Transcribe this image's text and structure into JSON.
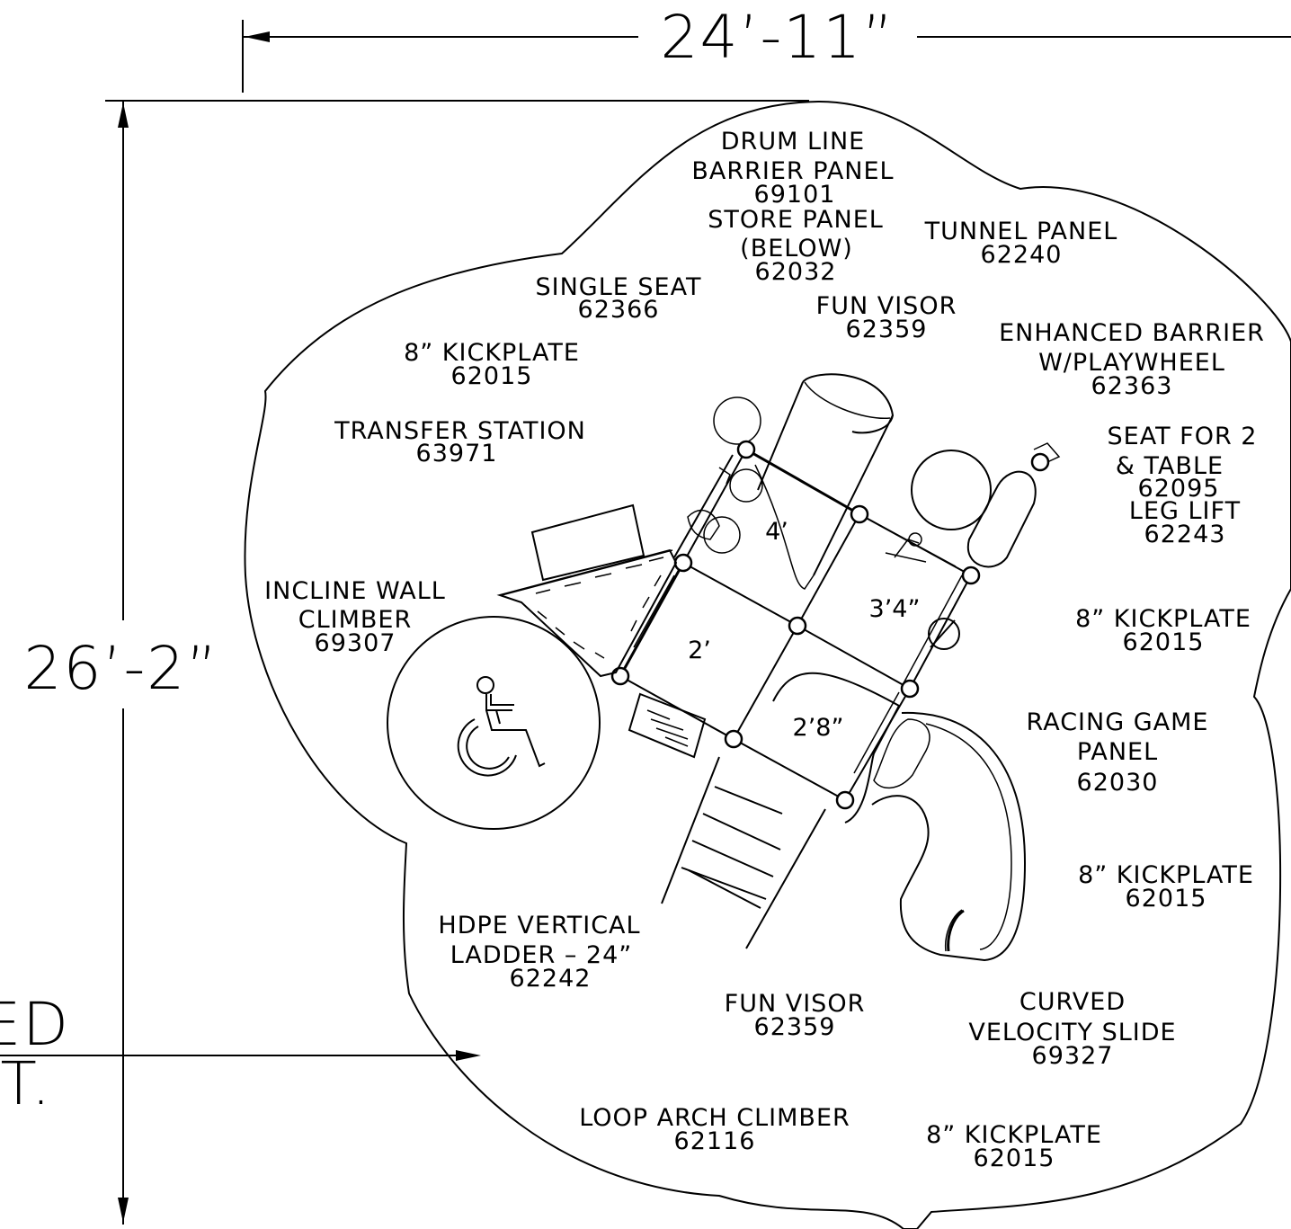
{
  "dimensions": {
    "width": "24’-11”",
    "height": "26’-2”",
    "side_note_line1": "ED",
    "side_note_line2": "FT."
  },
  "components": {
    "drum_line": {
      "l1": "DRUM LINE",
      "l2": "BARRIER PANEL",
      "l3": "69101"
    },
    "store_panel": {
      "l1": "STORE PANEL",
      "l2": "(BELOW)",
      "l3": "62032"
    },
    "tunnel_panel": {
      "l1": "TUNNEL PANEL",
      "l2": "62240"
    },
    "single_seat": {
      "l1": "SINGLE SEAT",
      "l2": "62366"
    },
    "fun_visor_top": {
      "l1": "FUN VISOR",
      "l2": "62359"
    },
    "enhanced_barrier": {
      "l1": "ENHANCED BARRIER",
      "l2": "W/PLAYWHEEL",
      "l3": "62363"
    },
    "kickplate_tl": {
      "l1": "8” KICKPLATE",
      "l2": "62015"
    },
    "transfer_station": {
      "l1": "TRANSFER STATION",
      "l2": "63971"
    },
    "seat_for_2": {
      "l1": "SEAT FOR 2",
      "l2": "& TABLE",
      "l3": "62095"
    },
    "leg_lift": {
      "l1": "LEG LIFT",
      "l2": "62243"
    },
    "incline_wall": {
      "l1": "INCLINE WALL",
      "l2": "CLIMBER",
      "l3": "69307"
    },
    "kickplate_r1": {
      "l1": "8” KICKPLATE",
      "l2": "62015"
    },
    "racing_game": {
      "l1": "RACING GAME",
      "l2": "PANEL",
      "l3": "62030"
    },
    "kickplate_r2": {
      "l1": "8” KICKPLATE",
      "l2": "62015"
    },
    "hdpe_ladder": {
      "l1": "HDPE VERTICAL",
      "l2": "LADDER – 24”",
      "l3": "62242"
    },
    "fun_visor_bottom": {
      "l1": "FUN VISOR",
      "l2": "62359"
    },
    "curved_slide": {
      "l1": "CURVED",
      "l2": "VELOCITY SLIDE",
      "l3": "69327"
    },
    "loop_arch": {
      "l1": "LOOP ARCH CLIMBER",
      "l2": "62116"
    },
    "kickplate_bottom": {
      "l1": "8” KICKPLATE",
      "l2": "62015"
    }
  },
  "deck_heights": {
    "d1": "4’",
    "d2": "3’4”",
    "d3": "2’",
    "d4": "2’8”"
  },
  "icons": {
    "accessibility": "wheelchair-icon"
  }
}
